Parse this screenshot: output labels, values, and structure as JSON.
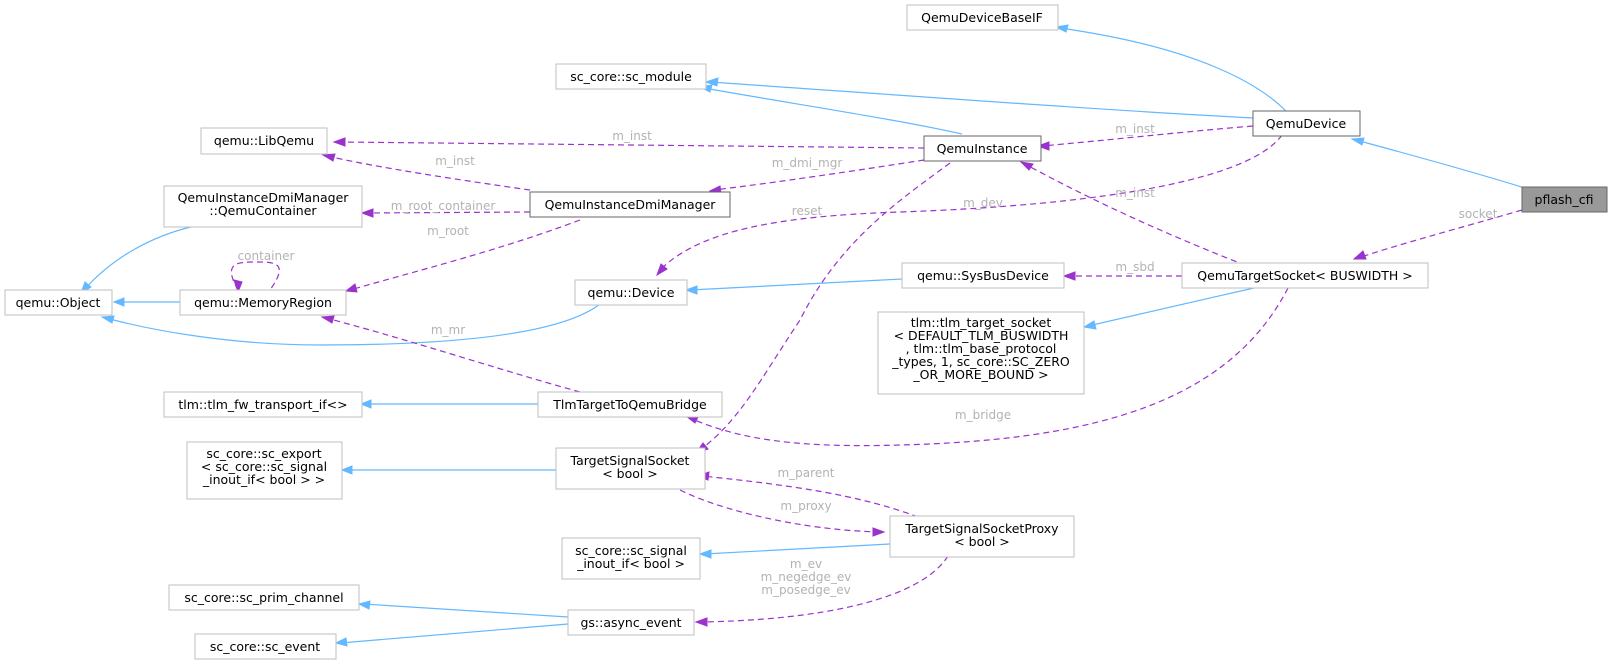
{
  "nodes": {
    "qemudevicebaseif": [
      "QemuDeviceBaseIF"
    ],
    "sc_module": [
      "sc_core::sc_module"
    ],
    "libqemu": [
      "qemu::LibQemu"
    ],
    "qemuinstance": [
      "QemuInstance"
    ],
    "qemudevice": [
      "QemuDevice"
    ],
    "dmicontainer": [
      "QemuInstanceDmiManager",
      "::QemuContainer"
    ],
    "dmimanager": [
      "QemuInstanceDmiManager"
    ],
    "pflash_cfi": [
      "pflash_cfi"
    ],
    "qemu_object": [
      "qemu::Object"
    ],
    "memoryregion": [
      "qemu::MemoryRegion"
    ],
    "qemu_device": [
      "qemu::Device"
    ],
    "sysbusdevice": [
      "qemu::SysBusDevice"
    ],
    "targetsocket": [
      "QemuTargetSocket< BUSWIDTH >"
    ],
    "tlm_target_socket": [
      "tlm::tlm_target_socket",
      "< DEFAULT_TLM_BUSWIDTH",
      ", tlm::tlm_base_protocol",
      "_types, 1, sc_core::SC_ZERO",
      "_OR_MORE_BOUND >"
    ],
    "fw_transport": [
      "tlm::tlm_fw_transport_if<>"
    ],
    "bridge": [
      "TlmTargetToQemuBridge"
    ],
    "sc_export": [
      "sc_core::sc_export",
      "< sc_core::sc_signal",
      "_inout_if< bool  > >"
    ],
    "targetsignalsocket": [
      "TargetSignalSocket",
      "< bool >"
    ],
    "proxy": [
      "TargetSignalSocketProxy",
      "< bool >"
    ],
    "sc_signal_inout": [
      "sc_core::sc_signal",
      "_inout_if< bool >"
    ],
    "prim_channel": [
      "sc_core::sc_prim_channel"
    ],
    "async_event": [
      "gs::async_event"
    ],
    "sc_event": [
      "sc_core::sc_event"
    ]
  },
  "edge_labels": {
    "m_inst_libqemu": [
      "m_inst"
    ],
    "m_inst_qemudevice": [
      "m_inst"
    ],
    "m_dmi_mgr": [
      "m_dmi_mgr"
    ],
    "m_inst_dmimanager": [
      "m_inst"
    ],
    "m_root_container": [
      "m_root_container"
    ],
    "reset": [
      "reset"
    ],
    "m_dev": [
      "m_dev"
    ],
    "m_inst_targetsocket": [
      "m_inst"
    ],
    "socket": [
      "socket"
    ],
    "container": [
      "container"
    ],
    "m_root": [
      "m_root"
    ],
    "m_sbd": [
      "m_sbd"
    ],
    "m_mr": [
      "m_mr"
    ],
    "m_bridge": [
      "m_bridge"
    ],
    "m_parent": [
      "m_parent"
    ],
    "m_proxy": [
      "m_proxy"
    ],
    "m_ev_group": [
      "m_ev",
      "m_negedge_ev",
      "m_posedge_ev"
    ]
  },
  "legend_semantics": {
    "inheritance_color": "#63b8ff",
    "usage_color": "#9a32cd",
    "label_color": "#b3b3b3",
    "focus_node_fill": "#999999"
  }
}
